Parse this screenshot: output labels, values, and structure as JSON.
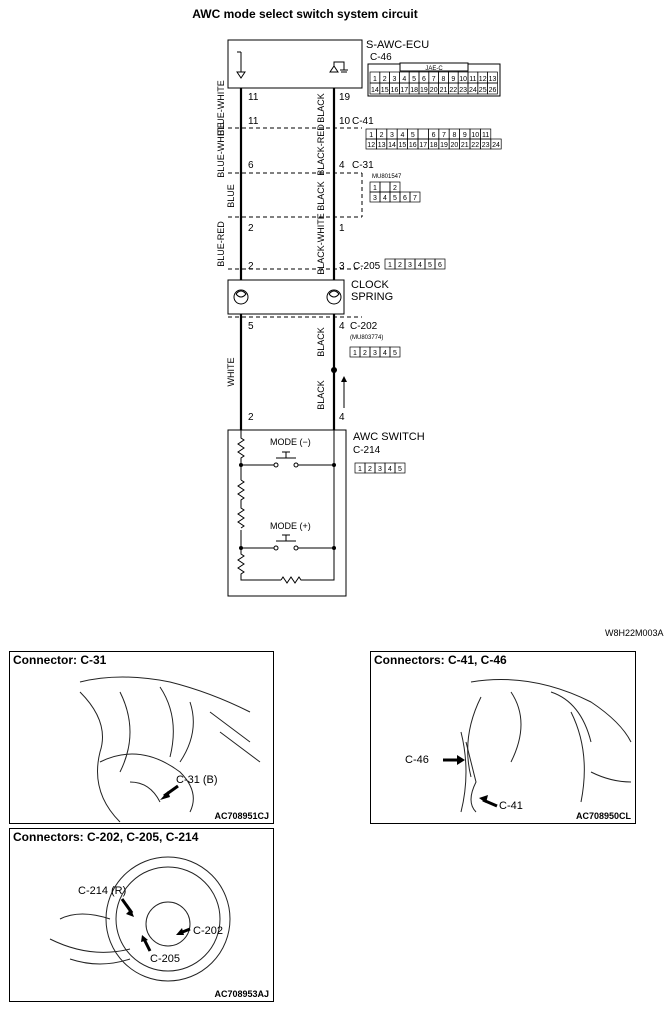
{
  "title": "AWC mode select switch system circuit",
  "ecu": {
    "name": "S-AWC-ECU",
    "connector": "C-46",
    "tab_label": "JAE-C",
    "pins_top": [
      "1",
      "2",
      "3",
      "4",
      "5",
      "6",
      "7",
      "8",
      "9",
      "10",
      "11",
      "12",
      "13"
    ],
    "pins_bottom": [
      "14",
      "15",
      "16",
      "17",
      "18",
      "19",
      "20",
      "21",
      "22",
      "23",
      "24",
      "25",
      "26"
    ],
    "pin_left": "11",
    "pin_right": "19"
  },
  "c41": {
    "connector": "C-41",
    "pin_left": "11",
    "pin_right": "10",
    "pins_top": [
      "1",
      "2",
      "3",
      "4",
      "5",
      "",
      "6",
      "7",
      "8",
      "9",
      "10",
      "11"
    ],
    "pins_bottom": [
      "12",
      "13",
      "14",
      "15",
      "16",
      "17",
      "18",
      "19",
      "20",
      "21",
      "22",
      "23",
      "24"
    ]
  },
  "c31": {
    "connector": "C-31",
    "part_no": "MU801547",
    "pin_left": "6",
    "pin_right": "4",
    "pins_top": [
      "1",
      "",
      "2"
    ],
    "pins_bottom": [
      "3",
      "4",
      "5",
      "6",
      "7"
    ]
  },
  "mid_pins": {
    "left": "2",
    "right": "1"
  },
  "c205": {
    "connector": "C-205",
    "pin_left": "2",
    "pin_right": "3",
    "pins": [
      "1",
      "2",
      "3",
      "4",
      "5",
      "6"
    ]
  },
  "clock_spring": {
    "line1": "CLOCK",
    "line2": "SPRING"
  },
  "c202": {
    "connector": "C-202",
    "part_no": "(MU803774)",
    "pin_left": "5",
    "pin_right": "4",
    "pins": [
      "1",
      "2",
      "3",
      "4",
      "5"
    ]
  },
  "awc_switch": {
    "name": "AWC SWITCH",
    "connector": "C-214",
    "pin_left": "2",
    "pin_right": "4",
    "pins": [
      "1",
      "2",
      "3",
      "4",
      "5"
    ],
    "mode_minus": "MODE (−)",
    "mode_plus": "MODE (+)"
  },
  "wires": {
    "w1l": "BLUE-WHITE",
    "w1r": "BLACK",
    "w2l": "BLUE-WHITE",
    "w2r": "BLACK-RED",
    "w3l": "BLUE",
    "w3r": "BLACK",
    "w4l": "BLUE-RED",
    "w4r": "BLACK-WHITE",
    "w5l": "WHITE",
    "w5r": "BLACK",
    "w6r": "BLACK"
  },
  "figure_code": "W8H22M003A",
  "panels": {
    "p1": {
      "title": "Connector: C-31",
      "callout": "C-31 (B)",
      "code": "AC708951CJ"
    },
    "p2": {
      "title": "Connectors: C-41, C-46",
      "callout1": "C-46",
      "callout2": "C-41",
      "code": "AC708950CL"
    },
    "p3": {
      "title": "Connectors: C-202, C-205, C-214",
      "callout1": "C-214 (R)",
      "callout2": "C-202",
      "callout3": "C-205",
      "code": "AC708953AJ"
    }
  }
}
